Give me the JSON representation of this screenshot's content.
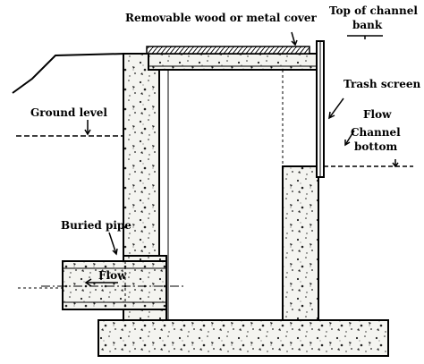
{
  "labels": {
    "cover": "Removable wood or metal cover",
    "top_bank_1": "Top of channel",
    "top_bank_2": "bank",
    "trash_screen": "Trash screen",
    "ground_level": "Ground level",
    "flow_channel": "Flow",
    "channel_bottom_1": "Channel",
    "channel_bottom_2": "bottom",
    "buried_pipe": "Buried pipe",
    "flow_pipe": "Flow"
  },
  "colors": {
    "ink": "#000000",
    "concrete": "#f4f4f0",
    "background": "#ffffff"
  }
}
